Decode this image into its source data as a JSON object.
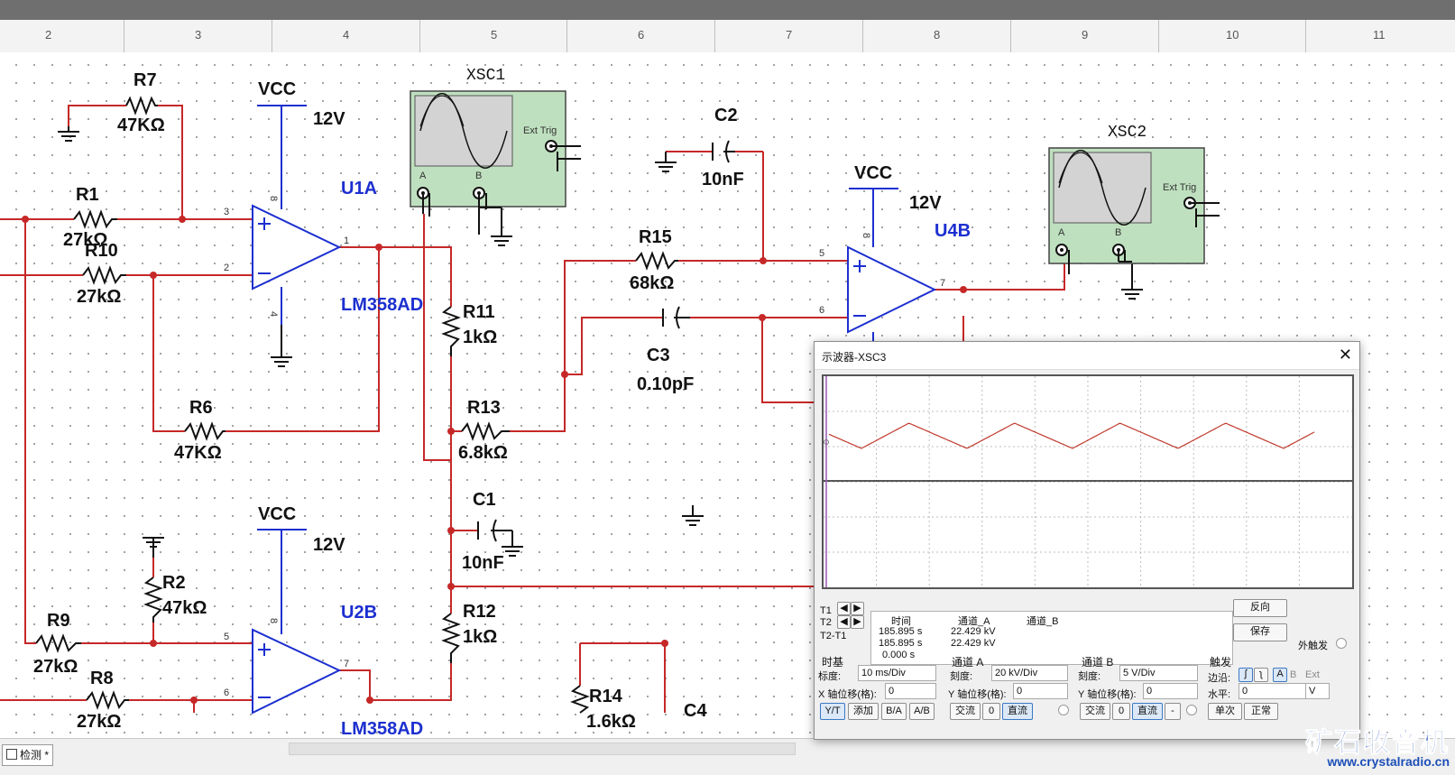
{
  "ruler": {
    "marks": [
      "2",
      "3",
      "4",
      "5",
      "6",
      "7",
      "8",
      "9",
      "10",
      "11"
    ]
  },
  "schematic": {
    "components": {
      "R7": {
        "ref": "R7",
        "value": "47KΩ"
      },
      "R1": {
        "ref": "R1",
        "value": "27kΩ"
      },
      "R10": {
        "ref": "R10",
        "value": "27kΩ"
      },
      "R6": {
        "ref": "R6",
        "value": "47KΩ"
      },
      "R11": {
        "ref": "R11",
        "value": "1kΩ"
      },
      "R13": {
        "ref": "R13",
        "value": "6.8kΩ"
      },
      "R15": {
        "ref": "R15",
        "value": "68kΩ"
      },
      "R2": {
        "ref": "R2",
        "value": "47kΩ"
      },
      "R9": {
        "ref": "R9",
        "value": "27kΩ"
      },
      "R8": {
        "ref": "R8",
        "value": "27kΩ"
      },
      "R12": {
        "ref": "R12",
        "value": "1kΩ"
      },
      "R14": {
        "ref": "R14",
        "value": "1.6kΩ"
      },
      "C1": {
        "ref": "C1",
        "value": "10nF"
      },
      "C2": {
        "ref": "C2",
        "value": "10nF"
      },
      "C3": {
        "ref": "C3",
        "value": "0.10pF"
      },
      "C4": {
        "ref": "C4"
      }
    },
    "power": {
      "vcc_label": "VCC",
      "vcc_value": "12V"
    },
    "opamps": {
      "u1a": "U1A",
      "u2b": "U2B",
      "u4b": "U4B",
      "part1": "LM358AD",
      "part2": "LM358AD"
    },
    "pins": {
      "p1": "1",
      "p2": "2",
      "p3": "3",
      "p4": "4",
      "p5": "5",
      "p6": "6",
      "p7": "7",
      "p8": "8"
    },
    "scopes": {
      "xsc1": {
        "name": "XSC1",
        "ext_trig": "Ext Trig",
        "ch_a": "A",
        "ch_b": "B"
      },
      "xsc2": {
        "name": "XSC2",
        "ext_trig": "Ext Trig",
        "ch_a": "A",
        "ch_b": "B"
      }
    }
  },
  "tab": {
    "label": "检测 *"
  },
  "scope_window": {
    "title": "示波器-XSC3",
    "readout": {
      "headers": {
        "time": "时间",
        "ch_a": "通道_A",
        "ch_b": "通道_B"
      },
      "rows": [
        {
          "label": "T1",
          "time": "185.895 s",
          "ch_a": "22.429 kV",
          "ch_b": ""
        },
        {
          "label": "T2",
          "time": "185.895 s",
          "ch_a": "22.429 kV",
          "ch_b": ""
        },
        {
          "label": "T2-T1",
          "time": "0.000 s",
          "ch_a": "",
          "ch_b": ""
        }
      ]
    },
    "buttons": {
      "reverse": "反向",
      "save": "保存"
    },
    "ext_trigger_label": "外触发",
    "timebase": {
      "title": "时基",
      "scale_label": "标度:",
      "scale_value": "10 ms/Div",
      "xpos_label": "X 轴位移(格):",
      "xpos_value": "0",
      "yt": "Y/T",
      "add": "添加",
      "ba": "B/A",
      "ab": "A/B"
    },
    "channel_a": {
      "title": "通道 A",
      "scale_label": "刻度:",
      "scale_value": "20 kV/Div",
      "ypos_label": "Y 轴位移(格):",
      "ypos_value": "0",
      "ac": "交流",
      "zero": "0",
      "dc": "直流"
    },
    "channel_b": {
      "title": "通道 B",
      "scale_label": "刻度:",
      "scale_value": "5  V/Div",
      "ypos_label": "Y 轴位移(格):",
      "ypos_value": "0",
      "ac": "交流",
      "zero": "0",
      "dc": "直流",
      "minus": "-"
    },
    "trigger": {
      "title": "触发",
      "edge_label": "边沿:",
      "edge_rise": "ʃ",
      "edge_fall": "ʅ",
      "src_a": "A",
      "src_b": "B",
      "src_ext": "Ext",
      "level_label": "水平:",
      "level_value": "0",
      "level_unit": "V",
      "single": "单次",
      "normal": "正常"
    },
    "colors": {
      "trace_a": "#c0392b",
      "trace_b": "#222222"
    }
  },
  "watermark": {
    "line1": "矿石收音机",
    "line2": "www.crystalradio.cn"
  }
}
